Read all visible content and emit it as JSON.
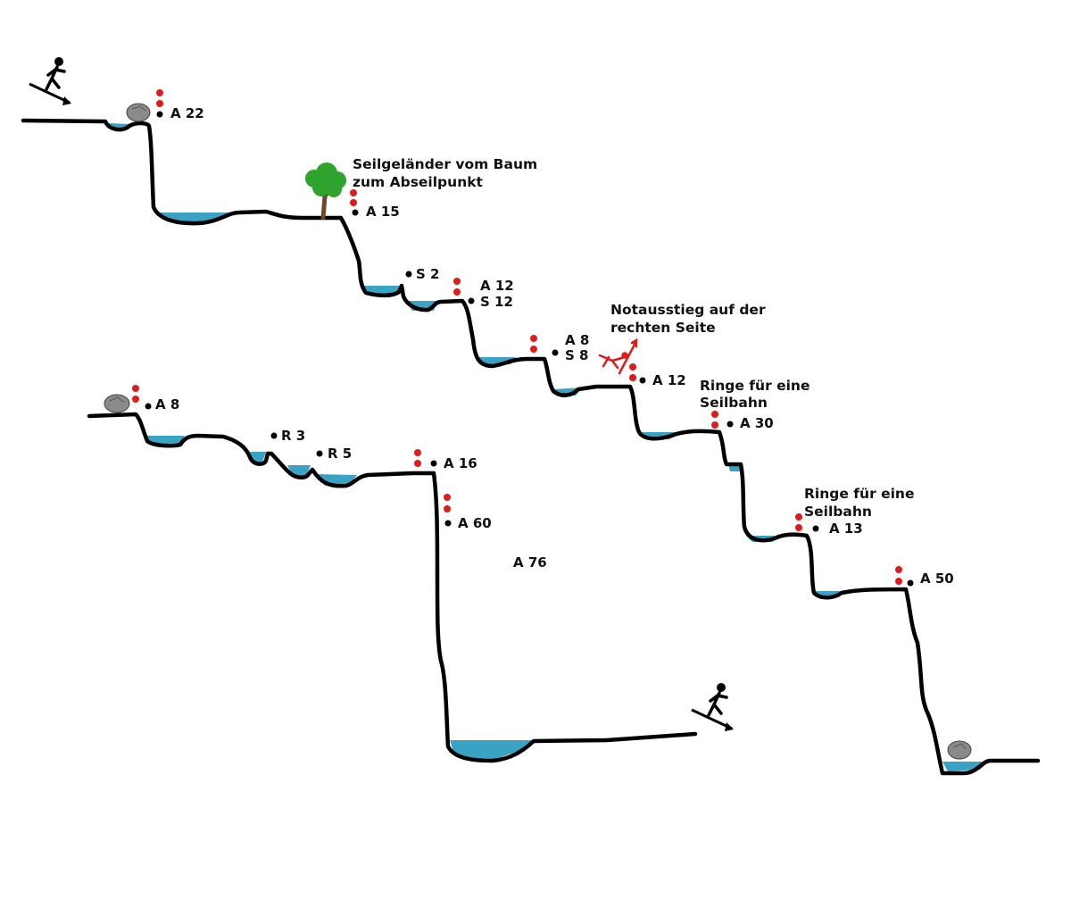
{
  "colors": {
    "profile": "#000000",
    "pool": "#3aa3c4",
    "bolt": "#e01b1b",
    "anchor": "#000000",
    "exit": "#e01b1b",
    "tree_leaf": "#2ea32e",
    "tree_trunk": "#6b4a2b",
    "rock": "#8a8a8a"
  },
  "icons": {
    "start": "hiker-downhill-icon",
    "end": "hiker-downhill-icon",
    "tree": "tree-icon",
    "rock": "boulder-icon",
    "emergency": "emergency-exit-climber-icon"
  },
  "rappels": {
    "a22": "A 22",
    "a15": "A 15",
    "s2": "S 2",
    "a12_top": "A 12",
    "s12": "S 12",
    "a8_mid": "A 8",
    "s8": "S 8",
    "a12_exit": "A 12",
    "a30": "A 30",
    "a13": "A 13",
    "a50": "A 50",
    "a8_left": "A 8",
    "r3": "R 3",
    "r5": "R 5",
    "a16": "A 16",
    "a60": "A 60",
    "a76": "A 76"
  },
  "notes": {
    "tree_line1": "Seilgeländer vom Baum",
    "tree_line2": "zum Abseilpunkt",
    "exit_line1": "Notausstieg auf der",
    "exit_line2": "rechten Seite",
    "rings1_line1": "Ringe für eine",
    "rings1_line2": "Seilbahn",
    "rings2_line1": "Ringe für eine",
    "rings2_line2": "Seilbahn"
  }
}
